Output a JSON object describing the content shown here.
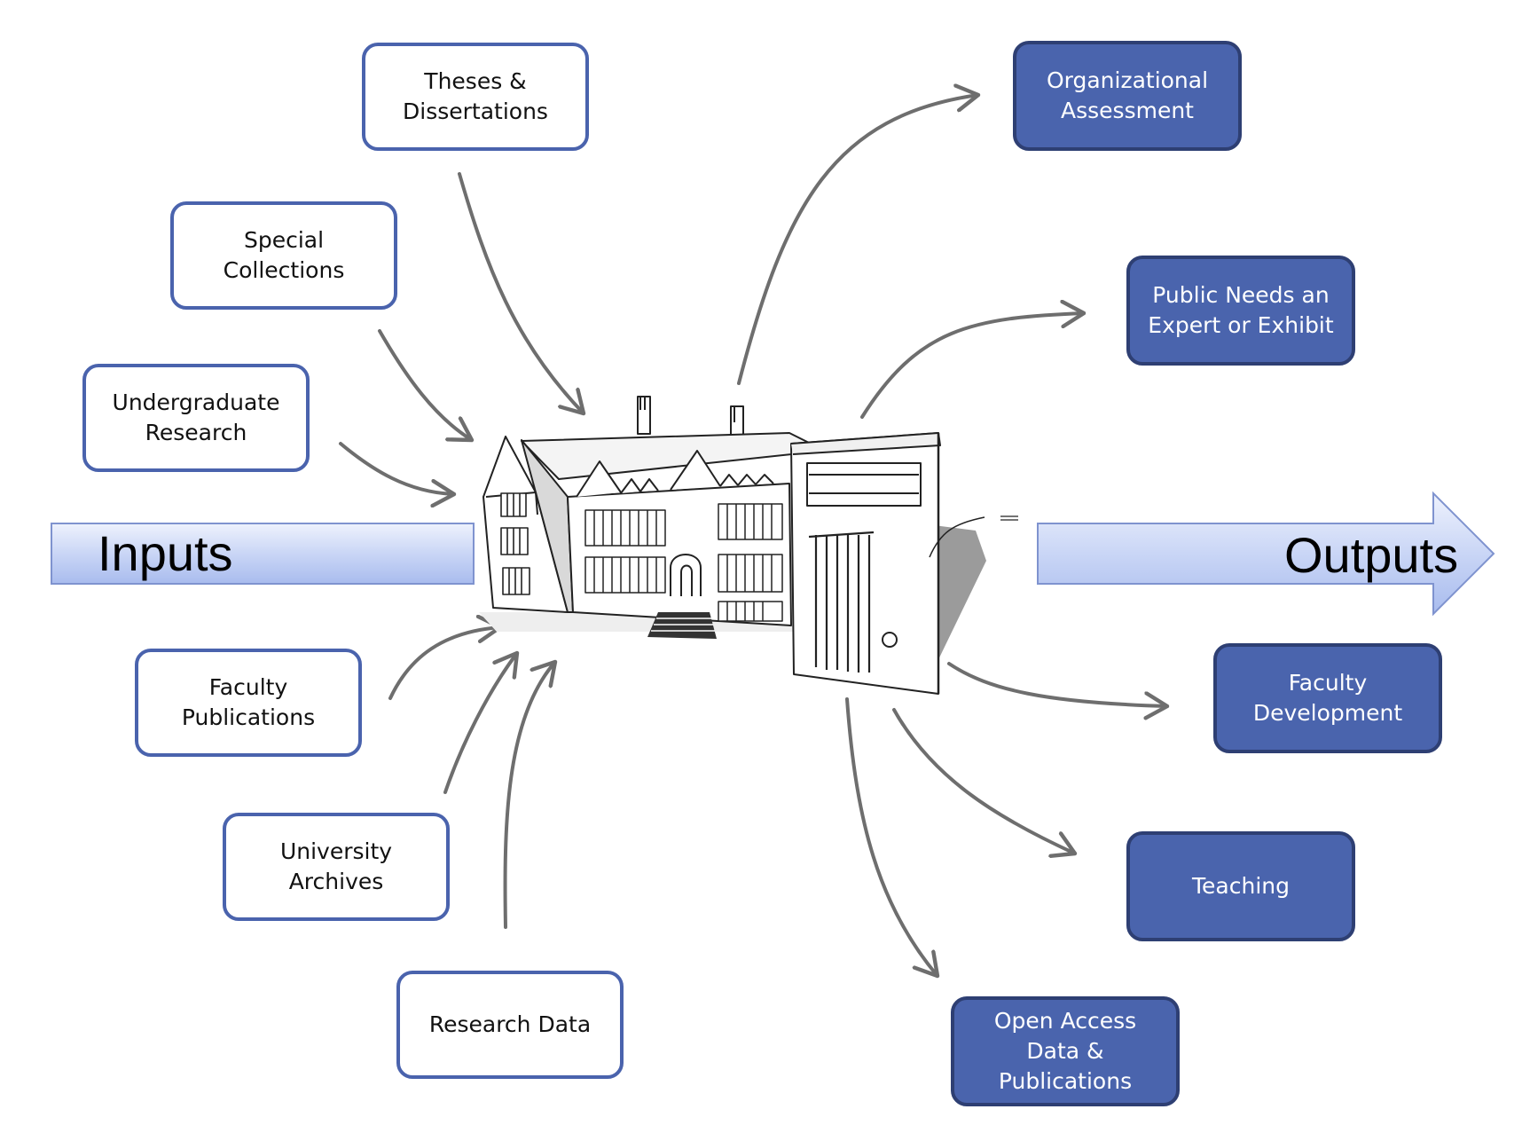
{
  "flow": {
    "inputs_label": "Inputs",
    "outputs_label": "Outputs"
  },
  "inputs": [
    {
      "label": "Theses &\nDissertations"
    },
    {
      "label": "Special\nCollections"
    },
    {
      "label": "Undergraduate\nResearch"
    },
    {
      "label": "Faculty\nPublications"
    },
    {
      "label": "University\nArchives"
    },
    {
      "label": "Research Data"
    }
  ],
  "outputs": [
    {
      "label": "Organizational\nAssessment"
    },
    {
      "label": "Public Needs an\nExpert or Exhibit"
    },
    {
      "label": "Faculty\nDevelopment"
    },
    {
      "label": "Teaching"
    },
    {
      "label": "Open Access\nData &\nPublications"
    }
  ],
  "colors": {
    "input_border": "#4a63ad",
    "output_fill": "#4a64ad",
    "output_border": "#2e3f73",
    "arrow": "#6e6e6e",
    "band_light": "#e6ecfb",
    "band_mid": "#b8c7f0"
  },
  "center_image": "library-building-sketch"
}
